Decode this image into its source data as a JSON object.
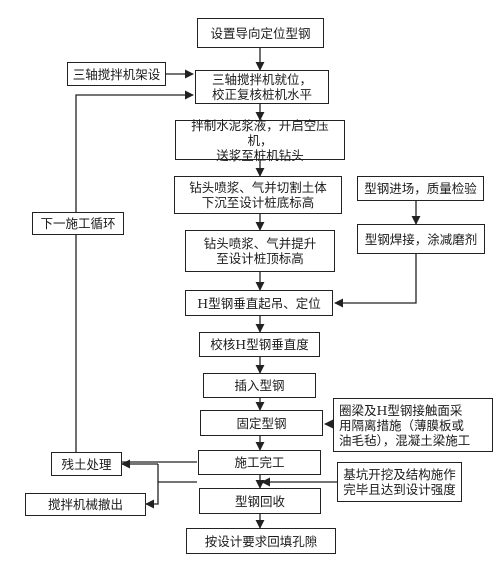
{
  "flowchart": {
    "main_steps": [
      "设置导向定位型钢",
      "三轴搅拌机就位，\n校正复核桩机水平",
      "拌制水泥浆液，开启空压机，\n送浆至桩机钻头",
      "钻头喷浆、气并切割土体\n下沉至设计桩底标高",
      "钻头喷浆、气并提升\n至设计桩顶标高",
      "H型钢垂直起吊、定位",
      "校核H型钢垂直度",
      "插入型钢",
      "固定型钢",
      "施工完工",
      "型钢回收",
      "按设计要求回填孔隙"
    ],
    "setup_box": "三轴搅拌机架设",
    "cycle_box": "下一施工循环",
    "steel_prep": [
      "型钢进场，质量检验",
      "型钢焊接，涂减磨剂"
    ],
    "isolation_note": "圈梁及H型钢接触面采\n用隔离措施（薄膜板或\n油毛毡），混凝土梁施工",
    "strength_note": "基坑开挖及结构施作\n完毕且达到设计强度",
    "cleanup": [
      "残土处理",
      "搅拌机械撤出"
    ]
  }
}
